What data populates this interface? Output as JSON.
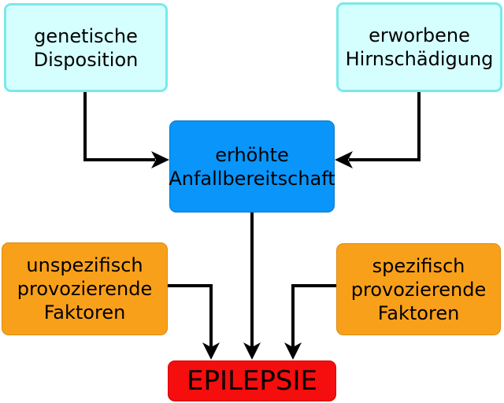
{
  "diagram": {
    "description": "Flowchart of epilepsy causes",
    "background_color": "#ffffff",
    "arrow_color": "#000000",
    "nodes": {
      "genetic": {
        "lines": [
          "genetische",
          "Disposition"
        ],
        "fill": "#d5ffff",
        "border": "#79e9e9",
        "text_color": "#000000"
      },
      "acquired": {
        "lines": [
          "erworbene",
          "Hirnschädigung"
        ],
        "fill": "#d5ffff",
        "border": "#79e9e9",
        "text_color": "#000000"
      },
      "seizure": {
        "lines": [
          "erhöhte",
          "Anfallbereitschaft"
        ],
        "fill": "#0995fa",
        "text_color": "#000000"
      },
      "unspecific": {
        "lines": [
          "unspezifisch",
          "provozierende",
          "Faktoren"
        ],
        "fill": "#f9a01b",
        "text_color": "#000000"
      },
      "specific": {
        "lines": [
          "spezifisch",
          "provozierende",
          "Faktoren"
        ],
        "fill": "#f9a01b",
        "text_color": "#000000"
      },
      "epilepsy": {
        "lines": [
          "EPILEPSIE"
        ],
        "fill": "#f60d0d",
        "text_color": "#000000"
      }
    },
    "edges": [
      {
        "from": "genetic",
        "to": "seizure"
      },
      {
        "from": "acquired",
        "to": "seizure"
      },
      {
        "from": "seizure",
        "to": "epilepsy"
      },
      {
        "from": "unspecific",
        "to": "epilepsy"
      },
      {
        "from": "specific",
        "to": "epilepsy"
      }
    ]
  }
}
